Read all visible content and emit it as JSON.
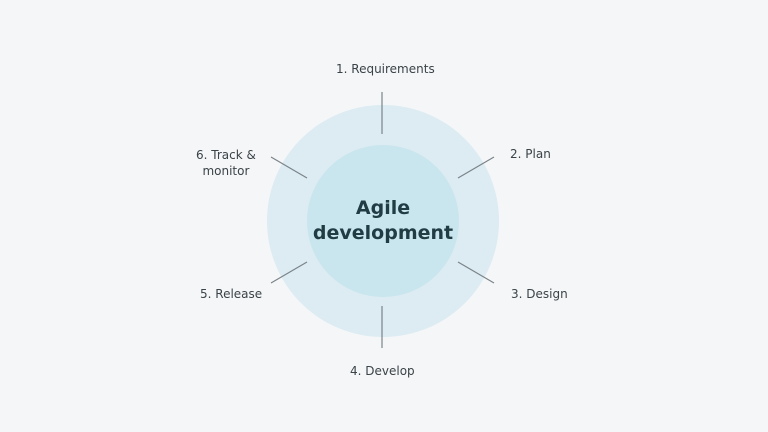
{
  "diagram": {
    "center": {
      "line1": "Agile",
      "line2": "development"
    },
    "steps": [
      {
        "label": "1. Requirements"
      },
      {
        "label": "2. Plan"
      },
      {
        "label": "3. Design"
      },
      {
        "label": "4. Develop"
      },
      {
        "label": "5. Release"
      },
      {
        "label": "6. Track &",
        "label2": "monitor"
      }
    ],
    "colors": {
      "background": "#f5f6f8",
      "outer_ring": "#dcecf2",
      "inner_circle": "#c9e5ee",
      "center_text": "#223c44",
      "connector": "#7a8489"
    }
  }
}
